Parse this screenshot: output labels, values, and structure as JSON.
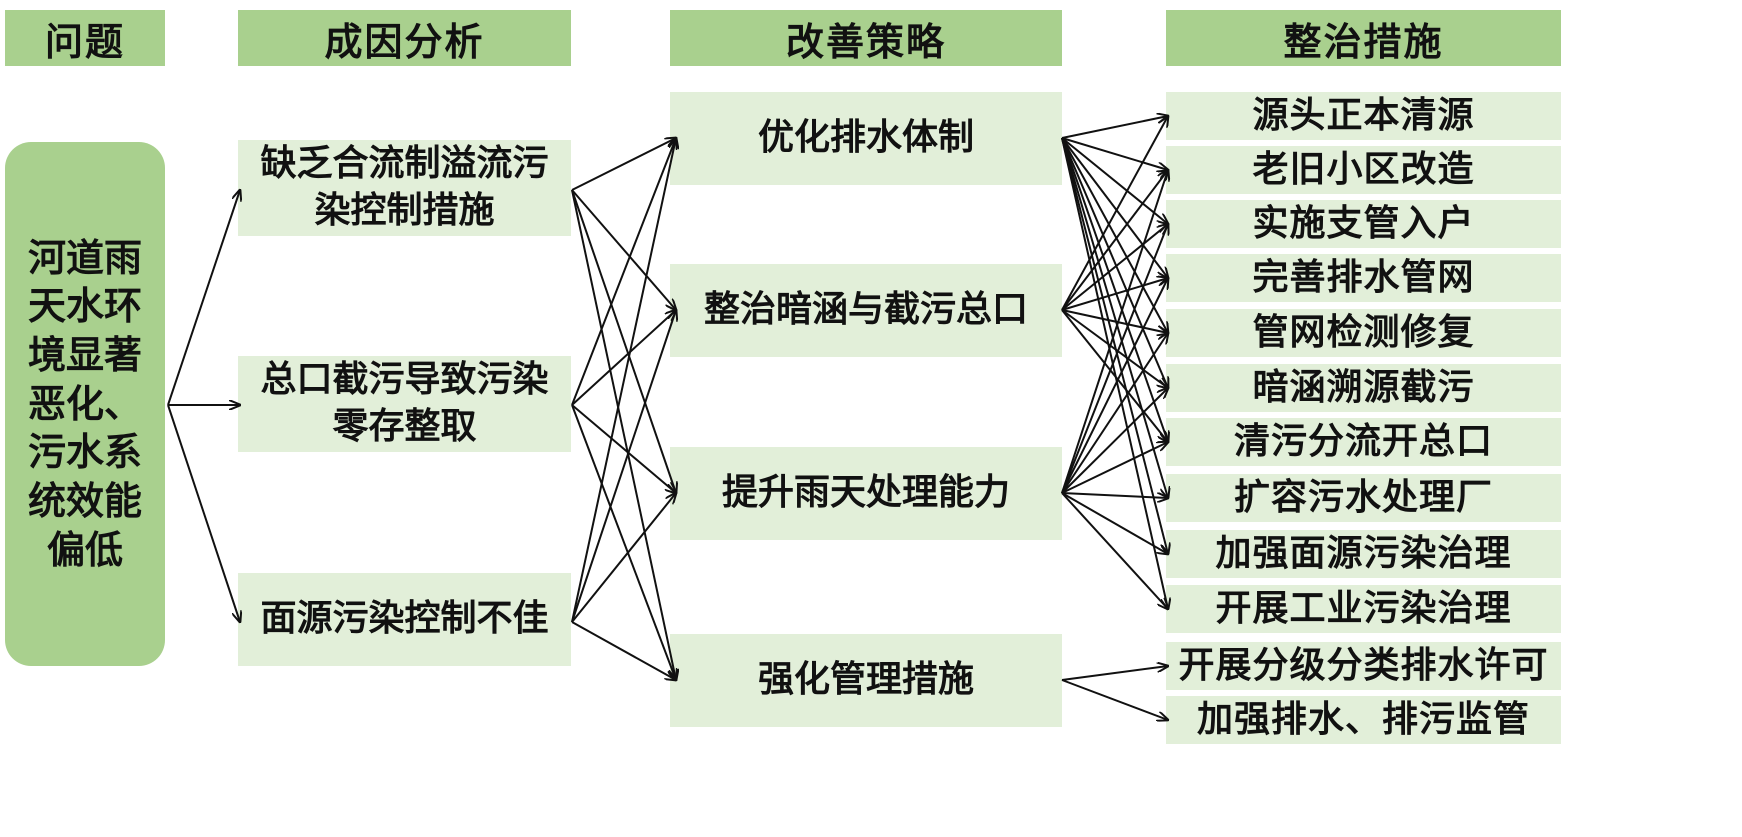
{
  "headers": {
    "problem": "问题",
    "cause": "成因分析",
    "strategy": "改善策略",
    "measure": "整治措施"
  },
  "problem": {
    "text": "河道雨天水环境显著恶化、污水系统效能偏低"
  },
  "causes": [
    {
      "line1": "缺乏合流制溢流污",
      "line2": "染控制措施"
    },
    {
      "line1": "总口截污导致污染",
      "line2": "零存整取"
    },
    {
      "line1": "面源污染控制不佳",
      "line2": ""
    }
  ],
  "strategies": [
    {
      "label": "优化排水体制"
    },
    {
      "label": "整治暗涵与截污总口"
    },
    {
      "label": "提升雨天处理能力"
    },
    {
      "label": "强化管理措施"
    }
  ],
  "measures": [
    {
      "label": "源头正本清源"
    },
    {
      "label": "老旧小区改造"
    },
    {
      "label": "实施支管入户"
    },
    {
      "label": "完善排水管网"
    },
    {
      "label": "管网检测修复"
    },
    {
      "label": "暗涵溯源截污"
    },
    {
      "label": "清污分流开总口"
    },
    {
      "label": "扩容污水处理厂"
    },
    {
      "label": "加强面源污染治理"
    },
    {
      "label": "开展工业污染治理"
    },
    {
      "label": "开展分级分类排水许可"
    },
    {
      "label": "加强排水、排污监管"
    }
  ],
  "links": {
    "problem_to_cause": [
      0,
      1,
      2
    ],
    "cause_to_strategy": [
      [
        0,
        0
      ],
      [
        0,
        1
      ],
      [
        0,
        2
      ],
      [
        0,
        3
      ],
      [
        1,
        0
      ],
      [
        1,
        1
      ],
      [
        1,
        2
      ],
      [
        1,
        3
      ],
      [
        2,
        0
      ],
      [
        2,
        1
      ],
      [
        2,
        2
      ],
      [
        2,
        3
      ]
    ],
    "strategy_to_measure": [
      [
        0,
        0
      ],
      [
        0,
        1
      ],
      [
        0,
        2
      ],
      [
        0,
        3
      ],
      [
        0,
        4
      ],
      [
        0,
        5
      ],
      [
        0,
        6
      ],
      [
        0,
        7
      ],
      [
        0,
        8
      ],
      [
        0,
        9
      ],
      [
        1,
        0
      ],
      [
        1,
        1
      ],
      [
        1,
        2
      ],
      [
        1,
        3
      ],
      [
        1,
        4
      ],
      [
        1,
        5
      ],
      [
        1,
        6
      ],
      [
        2,
        1
      ],
      [
        2,
        2
      ],
      [
        2,
        3
      ],
      [
        2,
        4
      ],
      [
        2,
        5
      ],
      [
        2,
        6
      ],
      [
        2,
        7
      ],
      [
        2,
        8
      ],
      [
        2,
        9
      ],
      [
        3,
        10
      ],
      [
        3,
        11
      ]
    ]
  },
  "colors": {
    "header_fill": "#a9d08e",
    "node_fill": "#e2efd9",
    "text": "#111111",
    "arrow": "#111111"
  }
}
